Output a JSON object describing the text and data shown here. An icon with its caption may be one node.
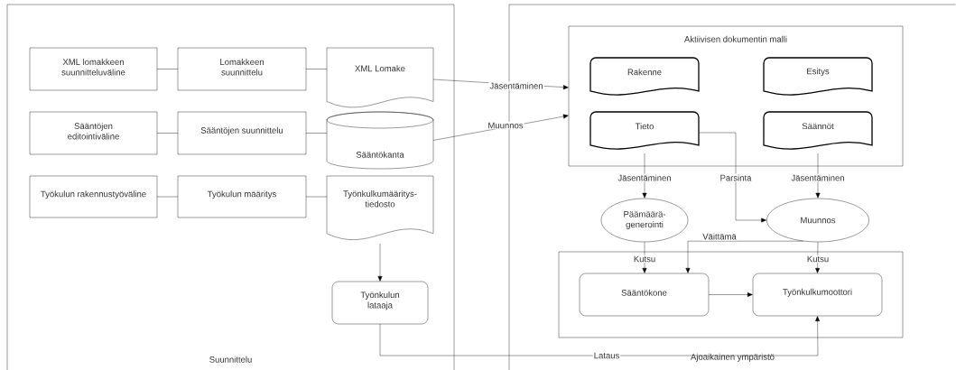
{
  "diagram": {
    "nodes": [
      {
        "text": [
          "Suunnittelu"
        ]
      },
      {
        "text": [
          "Ajoaikainen ympäristö"
        ]
      },
      {
        "text": [
          "XML lomakkeen suunnitteluväline"
        ],
        "in": 0
      },
      {
        "text": [
          "Lomakkeen suunnittelu"
        ],
        "in": 0
      },
      {
        "text": [
          "XML Lomake"
        ],
        "in": 0
      },
      {
        "text": [
          "Sääntöjen editointiväline"
        ],
        "in": 0
      },
      {
        "text": [
          "Sääntöjen suunnittelu"
        ],
        "in": 0
      },
      {
        "text": [
          "Sääntökanta"
        ],
        "in": 0
      },
      {
        "text": [
          "Työkulun rakennustyöväline"
        ],
        "in": 0
      },
      {
        "text": [
          "Työkulun määritys"
        ],
        "in": 0
      },
      {
        "text": [
          "Työnkulkumääritys-tiedosto"
        ],
        "in": 0
      },
      {
        "text": [
          "Työnkulun lataaja"
        ],
        "in": 0
      },
      {
        "text": [
          "Aktiivisen dokumentin malli"
        ],
        "in": 1
      },
      {
        "text": [
          "Rakenne"
        ],
        "in": 12
      },
      {
        "text": [
          "Esitys"
        ],
        "in": 12
      },
      {
        "text": [
          "Tieto"
        ],
        "in": 12
      },
      {
        "text": [
          "Säännöt"
        ],
        "in": 12
      },
      {
        "text": [
          "Päämäärä-generointi"
        ],
        "in": 1
      },
      {
        "text": [
          "Muunnos"
        ],
        "in": 1
      },
      {
        "text": [],
        "shape": "box",
        "in": 1
      },
      {
        "text": [
          "Sääntökone"
        ],
        "in": 19
      },
      {
        "text": [
          "Työnkulkumoottori"
        ],
        "in": 19
      }
    ],
    "edges": [
      {
        "from": 2,
        "to": 3,
        "arrow": "none"
      },
      {
        "from": 3,
        "to": 4,
        "arrow": "none"
      },
      {
        "from": 5,
        "to": 6,
        "arrow": "none"
      },
      {
        "from": 6,
        "to": 7,
        "arrow": "none"
      },
      {
        "from": 8,
        "to": 9,
        "arrow": "none"
      },
      {
        "from": 9,
        "to": 10,
        "arrow": "none"
      },
      {
        "from": 10,
        "to": 11,
        "arrow": "to"
      },
      {
        "from": 4,
        "to": 12,
        "arrow": "to",
        "label": "Jäsentäminen"
      },
      {
        "from": 7,
        "to": 12,
        "arrow": "to",
        "label": "Muunnos"
      },
      {
        "from": 15,
        "to": 17,
        "arrow": "to",
        "label": "Jäsentäminen"
      },
      {
        "from": 15,
        "to": 18,
        "arrow": "to",
        "label": "Parsinta"
      },
      {
        "from": 16,
        "to": 18,
        "arrow": "to",
        "label": "Jäsentäminen"
      },
      {
        "from": 17,
        "to": 20,
        "arrow": "to",
        "label": "Kutsu"
      },
      {
        "from": 18,
        "to": 20,
        "arrow": "to",
        "label": "Väittämä"
      },
      {
        "from": 18,
        "to": 21,
        "arrow": "to",
        "label": "Kutsu"
      },
      {
        "from": 20,
        "to": 21,
        "arrow": "to"
      },
      {
        "from": 11,
        "to": 21,
        "arrow": "to",
        "label": "Lataus"
      }
    ]
  }
}
